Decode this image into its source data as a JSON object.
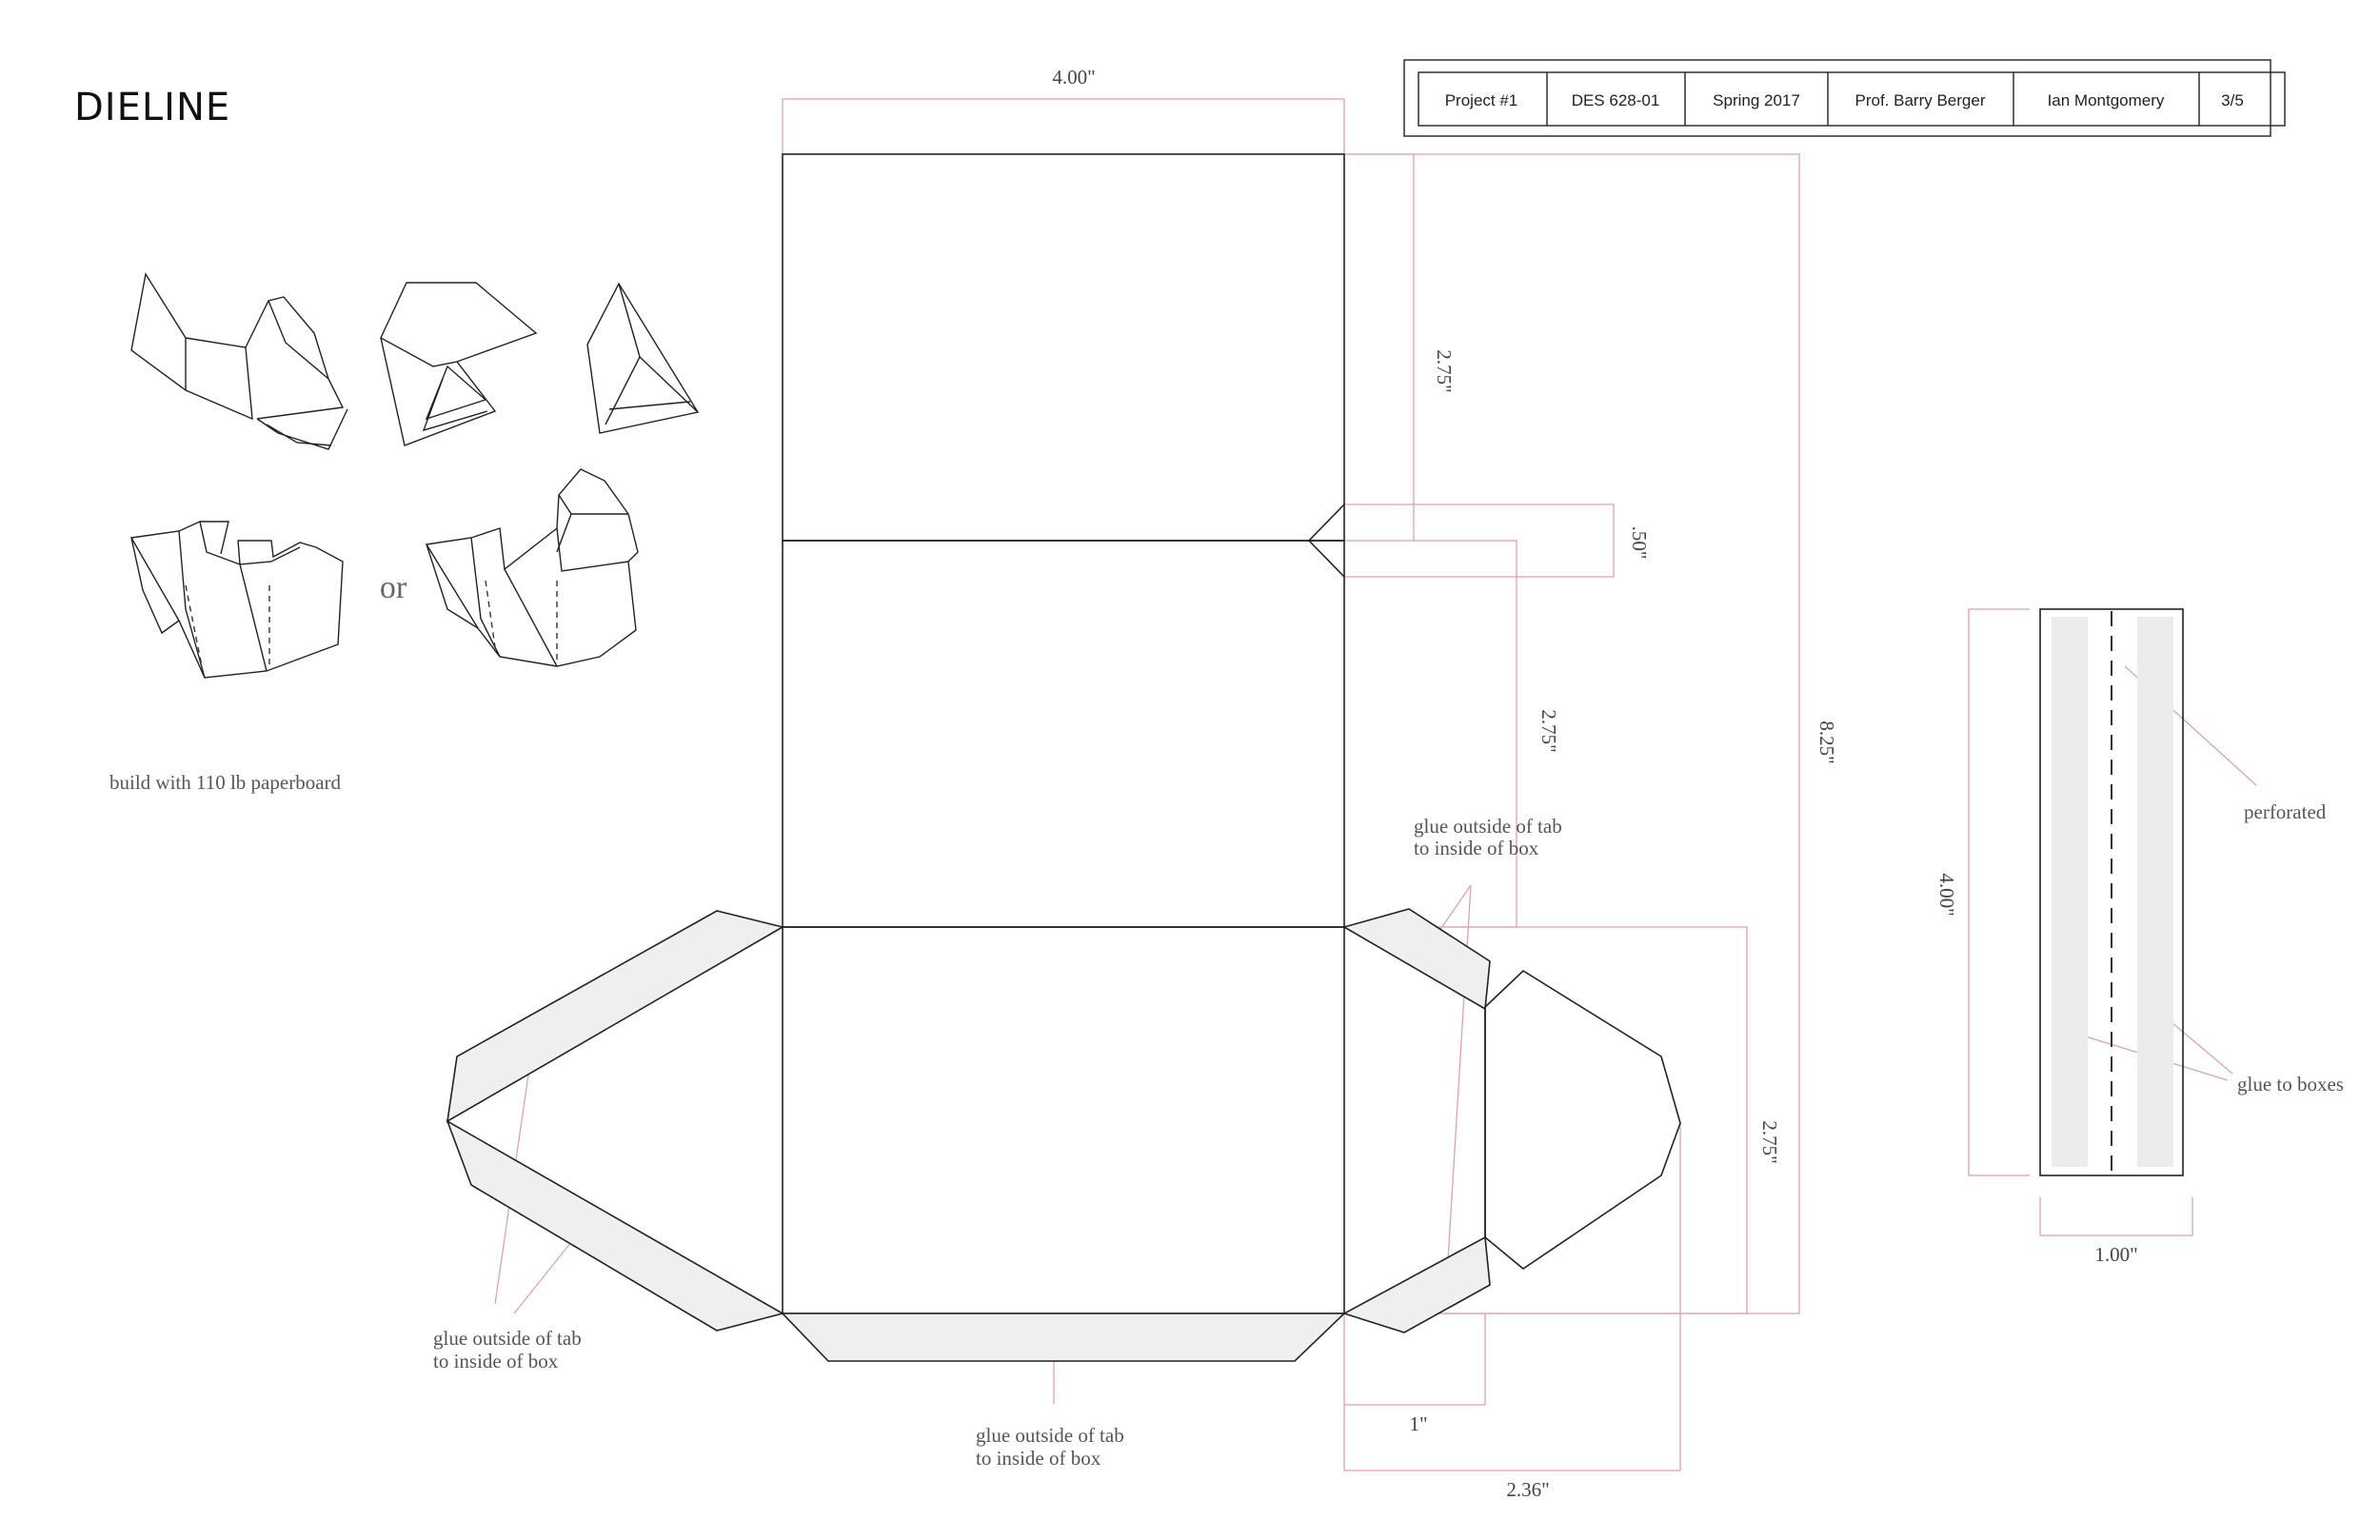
{
  "title": "DIELINE",
  "title_block": [
    "Project #1",
    "DES 628-01",
    "Spring 2017",
    "Prof. Barry Berger",
    "Ian Montgomery",
    "3/5"
  ],
  "material_note": "build with 110 lb paperboard",
  "or_label": "or",
  "dimensions": {
    "width": "4.00\"",
    "top_panel_height": "2.75\"",
    "notch": ".50\"",
    "middle_panel_height": "2.75\"",
    "total_height": "8.25\"",
    "bottom_panel_height": "2.75\"",
    "tab_depth": "1\"",
    "flap_width": "2.36\"",
    "strip_height": "4.00\"",
    "strip_width": "1.00\""
  },
  "notes": {
    "glue_right_line1": "glue outside of tab",
    "glue_right_line2": "to inside of box",
    "glue_left_line1": "glue outside of tab",
    "glue_left_line2": "to inside of box",
    "glue_bottom_line1": "glue outside of tab",
    "glue_bottom_line2": "to inside of box",
    "perforated": "perforated",
    "glue_to_boxes": "glue to boxes"
  }
}
